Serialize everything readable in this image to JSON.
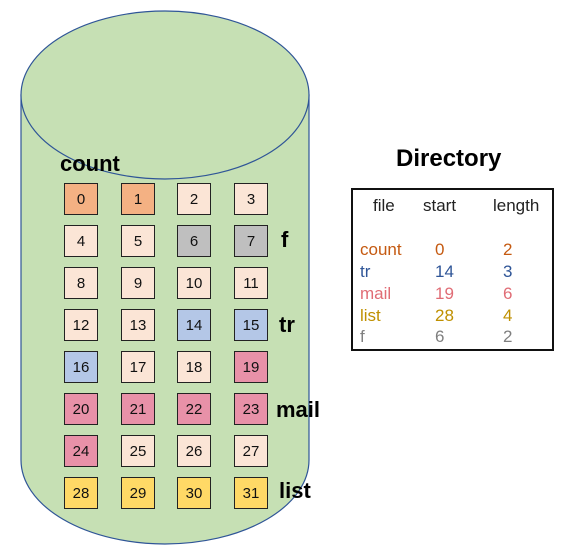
{
  "disk": {
    "colors": {
      "fill": "#c6e0b4",
      "outline": "#2f5597"
    },
    "block_colors": {
      "count": "#f4b183",
      "f": "#bfbfbf",
      "tr": "#b4c7e7",
      "mail": "#e891a8",
      "list": "#ffd966",
      "free": "#fbe5d6"
    },
    "blocks": [
      {
        "n": "0",
        "file": "count"
      },
      {
        "n": "1",
        "file": "count"
      },
      {
        "n": "2",
        "file": "free"
      },
      {
        "n": "3",
        "file": "free"
      },
      {
        "n": "4",
        "file": "free"
      },
      {
        "n": "5",
        "file": "free"
      },
      {
        "n": "6",
        "file": "f"
      },
      {
        "n": "7",
        "file": "f"
      },
      {
        "n": "8",
        "file": "free"
      },
      {
        "n": "9",
        "file": "free"
      },
      {
        "n": "10",
        "file": "free"
      },
      {
        "n": "11",
        "file": "free"
      },
      {
        "n": "12",
        "file": "free"
      },
      {
        "n": "13",
        "file": "free"
      },
      {
        "n": "14",
        "file": "tr"
      },
      {
        "n": "15",
        "file": "tr"
      },
      {
        "n": "16",
        "file": "tr"
      },
      {
        "n": "17",
        "file": "free"
      },
      {
        "n": "18",
        "file": "free"
      },
      {
        "n": "19",
        "file": "mail"
      },
      {
        "n": "20",
        "file": "mail"
      },
      {
        "n": "21",
        "file": "mail"
      },
      {
        "n": "22",
        "file": "mail"
      },
      {
        "n": "23",
        "file": "mail"
      },
      {
        "n": "24",
        "file": "mail"
      },
      {
        "n": "25",
        "file": "free"
      },
      {
        "n": "26",
        "file": "free"
      },
      {
        "n": "27",
        "file": "free"
      },
      {
        "n": "28",
        "file": "list"
      },
      {
        "n": "29",
        "file": "list"
      },
      {
        "n": "30",
        "file": "list"
      },
      {
        "n": "31",
        "file": "list"
      }
    ],
    "file_labels": {
      "count": "count",
      "f": "f",
      "tr": "tr",
      "mail": "mail",
      "list": "list"
    }
  },
  "directory": {
    "title": "Directory",
    "headers": {
      "file": "file",
      "start": "start",
      "length": "length"
    },
    "rows": [
      {
        "file": "count",
        "start": "0",
        "length": "2",
        "color": "#c55a11"
      },
      {
        "file": "tr",
        "start": "14",
        "length": "3",
        "color": "#2f5597"
      },
      {
        "file": "mail",
        "start": "19",
        "length": "6",
        "color": "#e06c75"
      },
      {
        "file": "list",
        "start": "28",
        "length": "4",
        "color": "#bf9000"
      },
      {
        "file": "f",
        "start": "6",
        "length": "2",
        "color": "#7f7f7f"
      }
    ]
  }
}
